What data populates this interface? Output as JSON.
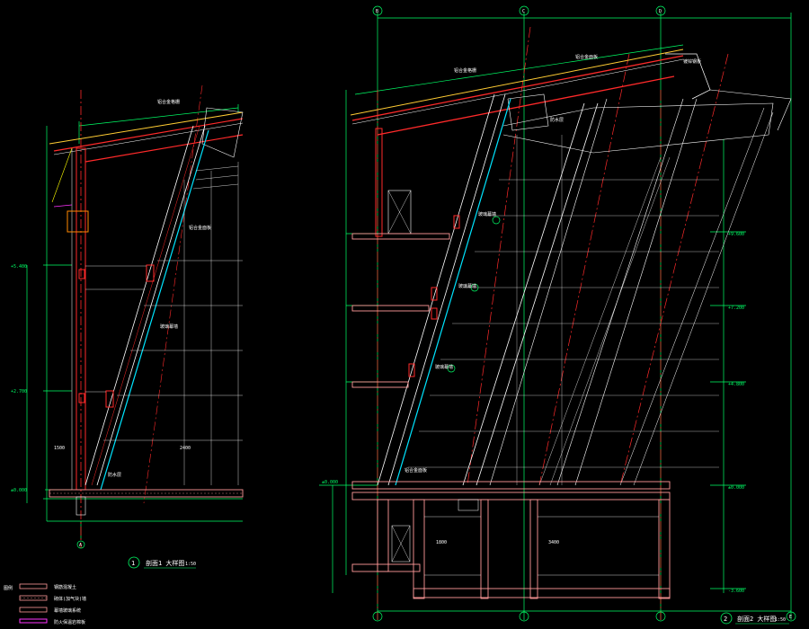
{
  "drawing": {
    "left_detail": {
      "number": "1",
      "title": "剖面1 大样图",
      "scale": "1:50"
    },
    "right_detail": {
      "number": "2",
      "title": "剖面2 大样图",
      "scale": "1:50"
    },
    "axis_labels": [
      "A",
      "B",
      "C",
      "D",
      "E"
    ],
    "legend": {
      "heading": "图例",
      "items": [
        {
          "label": "钢筋混凝土"
        },
        {
          "label": "砌体(加气块)墙"
        },
        {
          "label": "幕墙玻璃系统"
        },
        {
          "label": "防火保温岩棉板"
        }
      ]
    },
    "annotations": [
      "铝合金格栅",
      "铝合金面板",
      "玻璃幕墙",
      "镀锌钢板",
      "防水层"
    ]
  },
  "colors": {
    "background": "#000000",
    "structure": "#ff2a2a",
    "dimension": "#00ff66",
    "glazing": "#00e5ff",
    "line": "#ffffff",
    "hatch": "#ff9999",
    "roof": "#ffcc33",
    "legend_magenta": "#ff33ff"
  }
}
